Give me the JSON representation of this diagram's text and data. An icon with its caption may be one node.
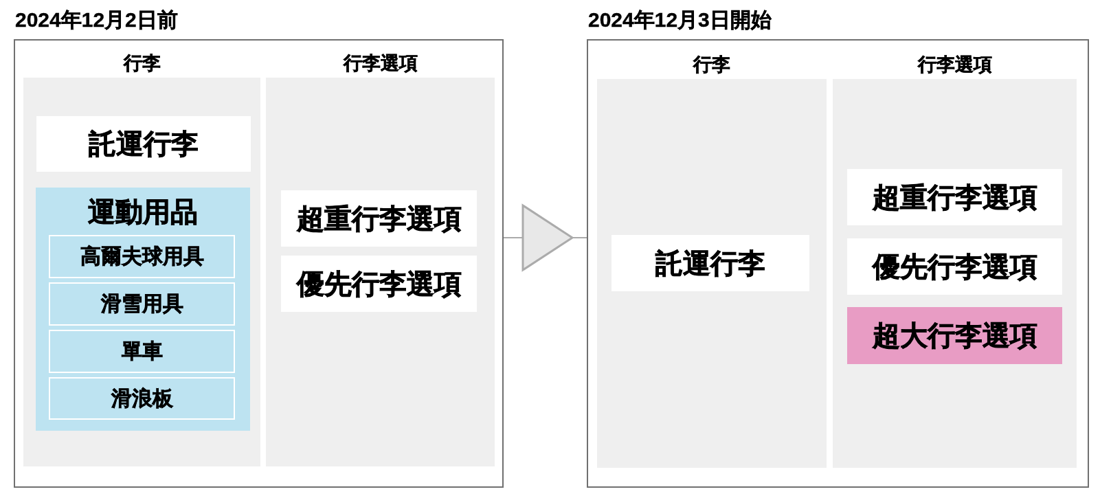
{
  "diagram": {
    "nodes": [
      {
        "text": [
          "2024年12月2日前"
        ]
      },
      {
        "text": [
          "行李"
        ],
        "in": 0
      },
      {
        "text": [
          "託運行李"
        ],
        "in": 1
      },
      {
        "text": [
          "運動用品"
        ],
        "in": 1
      },
      {
        "text": [
          "高爾夫球用具"
        ],
        "in": 3
      },
      {
        "text": [
          "滑雪用具"
        ],
        "in": 3
      },
      {
        "text": [
          "單車"
        ],
        "in": 3
      },
      {
        "text": [
          "滑浪板"
        ],
        "in": 3
      },
      {
        "text": [
          "行李選項"
        ],
        "in": 0
      },
      {
        "text": [
          "超重行李選項"
        ],
        "in": 8
      },
      {
        "text": [
          "優先行李選項"
        ],
        "in": 8
      },
      {
        "text": [
          "2024年12月3日開始"
        ]
      },
      {
        "text": [
          "行李"
        ],
        "in": 11
      },
      {
        "text": [
          "託運行李"
        ],
        "in": 12
      },
      {
        "text": [
          "行李選項"
        ],
        "in": 11
      },
      {
        "text": [
          "超重行李選項"
        ],
        "in": 14
      },
      {
        "text": [
          "優先行李選項"
        ],
        "in": 14
      },
      {
        "text": [
          "超大行李選項"
        ],
        "in": 14
      }
    ],
    "edges": [
      {
        "from": 0,
        "to": 11,
        "arrow": "to"
      }
    ]
  }
}
